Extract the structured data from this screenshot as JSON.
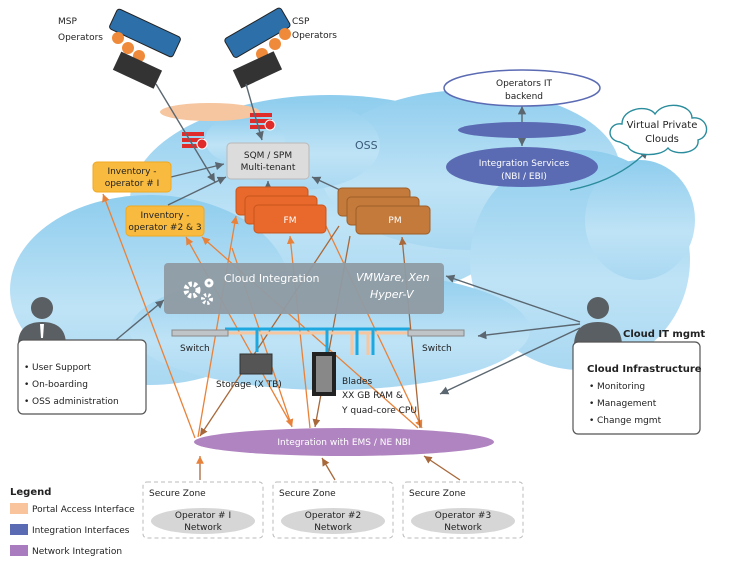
{
  "actors": {
    "msp": [
      "MSP",
      "Operators"
    ],
    "csp": [
      "CSP",
      "Operators"
    ],
    "cloud_it": "Cloud IT mgmt"
  },
  "oss": {
    "label": "OSS",
    "sqm": [
      "SQM / SPM",
      "Multi-tenant"
    ],
    "inventory1": [
      "Inventory -",
      "operator # I"
    ],
    "inventory23": [
      "Inventory -",
      "operator #2 & 3"
    ],
    "fm": "FM",
    "pm": "PM",
    "cloud_integration": "Cloud Integration",
    "hypervisors": [
      "VMWare, Xen",
      "Hyper-V"
    ],
    "switch_left": "Switch",
    "switch_right": "Switch",
    "storage": "Storage (X TB)",
    "blades": [
      "Blades",
      "XX GB RAM &",
      "Y quad-core CPU"
    ],
    "ems": "Integration with EMS / NE NBI"
  },
  "external": {
    "operators_it": [
      "Operators IT",
      "backend"
    ],
    "integration_services": [
      "Integration Services",
      "(NBI / EBI)"
    ],
    "vpc": [
      "Virtual Private",
      "Clouds"
    ]
  },
  "user_box": {
    "items": [
      "User Support",
      "On-boarding",
      "OSS administration"
    ]
  },
  "cloud_box": {
    "title": "Cloud Infrastructure",
    "items": [
      "Monitoring",
      "Management",
      "Change mgmt"
    ]
  },
  "secure_zones": [
    {
      "title": "Secure Zone",
      "network": [
        "Operator # I",
        "Network"
      ]
    },
    {
      "title": "Secure Zone",
      "network": [
        "Operator #2",
        "Network"
      ]
    },
    {
      "title": "Secure Zone",
      "network": [
        "Operator #3",
        "Network"
      ]
    }
  ],
  "legend": {
    "title": "Legend",
    "items": [
      {
        "label": "Portal Access Interface",
        "color": "#f9c49b"
      },
      {
        "label": "Integration Interfaces",
        "color": "#5b6bb3"
      },
      {
        "label": "Network Integration",
        "color": "#a97cc0"
      }
    ]
  },
  "colors": {
    "cloud": "#a9d8f2",
    "fm": "#e8692b",
    "pm": "#c47a3a",
    "inventory": "#f8bb3f",
    "ems": "#b084c0",
    "bus": "#1ea8e0"
  }
}
